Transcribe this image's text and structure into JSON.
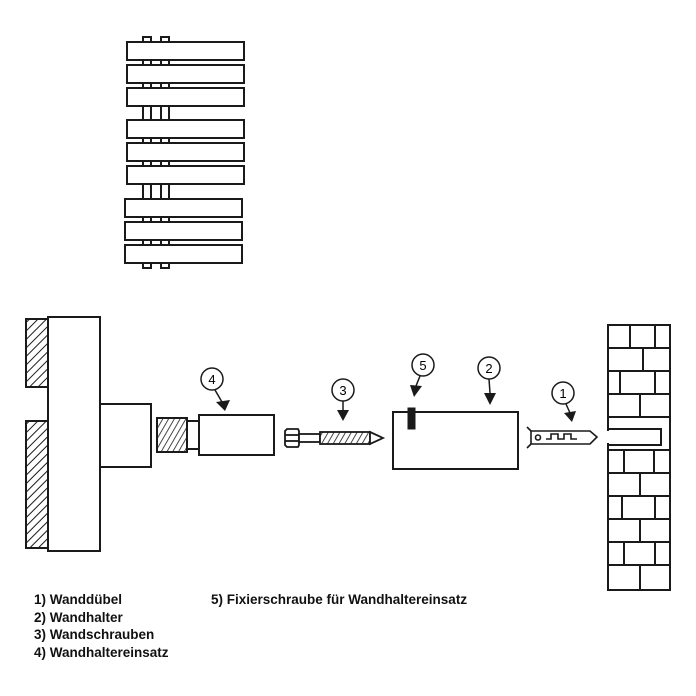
{
  "callouts": {
    "c1": "1",
    "c2": "2",
    "c3": "3",
    "c4": "4",
    "c5": "5"
  },
  "legend": {
    "item1": "1) Wanddübel",
    "item2": "2) Wandhalter",
    "item3": "3) Wandschrauben",
    "item4": "4) Wandhaltereinsatz",
    "item5": "5) Fixierschraube für Wandhaltereinsatz"
  },
  "colors": {
    "stroke": "#1a1a1a",
    "background": "#ffffff"
  }
}
